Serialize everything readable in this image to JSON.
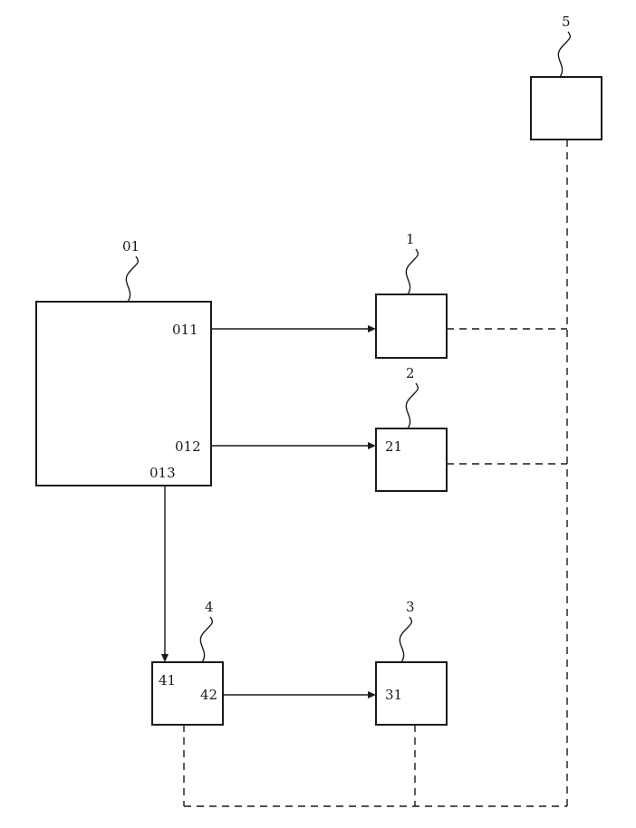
{
  "blocks": {
    "b01": {
      "label": "01"
    },
    "b1": {
      "label": "1"
    },
    "b2": {
      "label": "2"
    },
    "b3": {
      "label": "3"
    },
    "b4": {
      "label": "4"
    },
    "b5": {
      "label": "5"
    }
  },
  "ports": {
    "p011": "011",
    "p012": "012",
    "p013": "013",
    "p21": "21",
    "p31": "31",
    "p41": "41",
    "p42": "42"
  },
  "connections": [
    {
      "from": "011",
      "to": "1",
      "style": "solid-arrow"
    },
    {
      "from": "012",
      "to": "21",
      "style": "solid-arrow"
    },
    {
      "from": "013",
      "to": "41",
      "style": "solid-arrow"
    },
    {
      "from": "42",
      "to": "31",
      "style": "solid-arrow"
    },
    {
      "from": "1",
      "to": "5",
      "style": "dashed"
    },
    {
      "from": "2",
      "to": "5",
      "style": "dashed"
    },
    {
      "from": "4",
      "to": "5",
      "style": "dashed"
    },
    {
      "from": "3",
      "to": "5",
      "style": "dashed"
    }
  ]
}
